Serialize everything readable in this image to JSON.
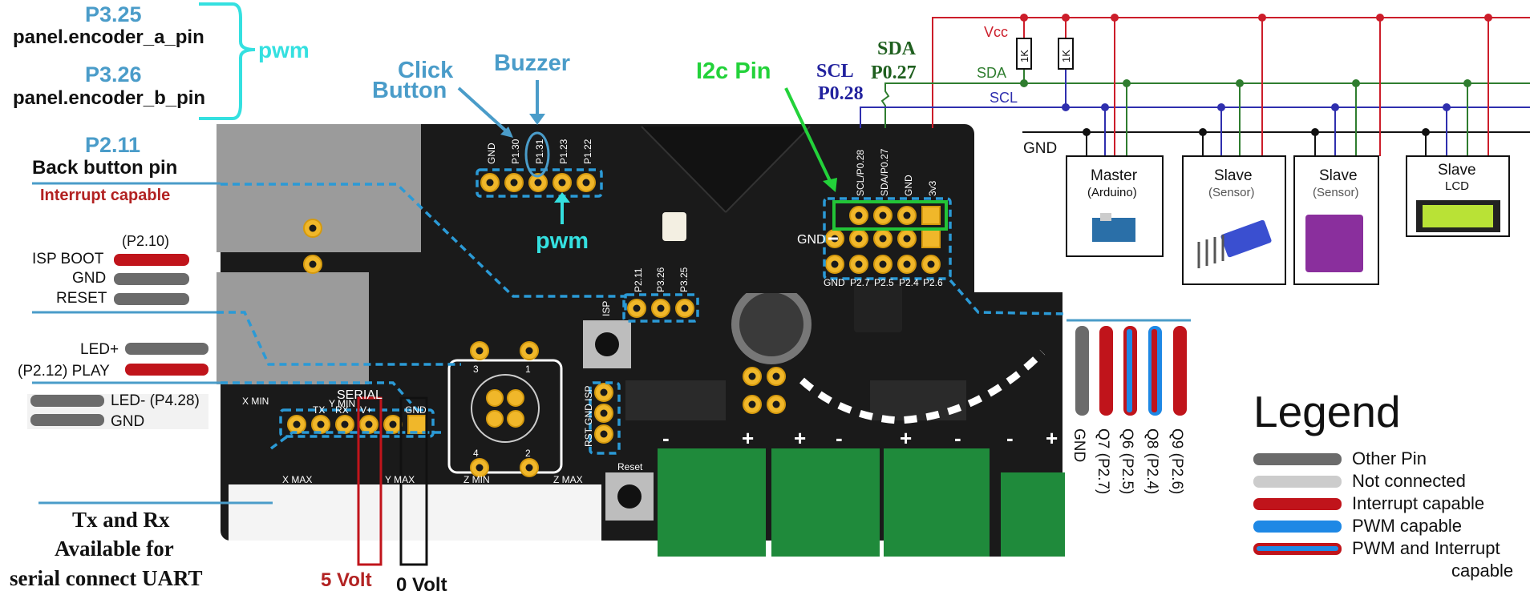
{
  "left_labels": {
    "p325": "P3.25",
    "encoder_a": "panel.encoder_a_pin",
    "p326": "P3.26",
    "encoder_b": "panel.encoder_b_pin",
    "pwm_top": "pwm",
    "p211": "P2.11",
    "back_button": "Back button pin",
    "interrupt_capable": "Interrupt capable",
    "p210": "(P2.10)",
    "isp_boot": "ISP BOOT",
    "gnd1": "GND",
    "reset": "RESET",
    "led_plus": "LED+",
    "play": "(P2.12) PLAY",
    "led_minus": "LED- (P4.28)",
    "gnd2": "GND",
    "txrx_1": "Tx and Rx",
    "txrx_2": "Available for",
    "txrx_3": "serial connect UART",
    "five_volt": "5 Volt",
    "zero_volt": "0 Volt"
  },
  "top_labels": {
    "click_1": "Click",
    "click_2": "Button",
    "buzzer": "Buzzer",
    "pwm_header": "pwm",
    "i2c_pin": "I2c Pin",
    "sda_1": "SDA",
    "sda_2": "P0.27",
    "scl_1": "SCL",
    "scl_2": "P0.28"
  },
  "board": {
    "header_top": [
      "GND",
      "P1.30",
      "P1.31",
      "P1.23",
      "P1.22"
    ],
    "header_mid": [
      "P2.11",
      "P3.26",
      "P3.25"
    ],
    "i2c_header": [
      "SCL/P0.28",
      "SDA/P0.27",
      "GND",
      "3v3"
    ],
    "gnd_row": "GND",
    "bottom_row": [
      "GND",
      "P2.7",
      "P2.5",
      "P2.4",
      "P2.6"
    ],
    "isp": "ISP",
    "isp_side": "RST GND ISP",
    "serial": "SERIAL",
    "serial_pins": [
      "TX",
      "RX",
      "V+",
      "GND"
    ],
    "x_min": "X MIN",
    "x_max": "X MAX",
    "y_min": "Y MIN",
    "y_max": "Y MAX",
    "z_min": "Z MIN",
    "z_max": "Z MAX",
    "reset_btn": "Reset",
    "enc_1": "1",
    "enc_2": "2",
    "enc_3": "3",
    "enc_4": "4",
    "plus": "+",
    "minus": "-"
  },
  "outputs": [
    "GND",
    "Q7 (P2.7)",
    "Q6 (P2.5)",
    "Q8 (P2.4)",
    "Q9 (P2.6)"
  ],
  "i2c_diagram": {
    "vcc": "Vcc",
    "sda": "SDA",
    "scl": "SCL",
    "gnd": "GND",
    "r1": "1K",
    "r2": "1K",
    "master_title": "Master",
    "master_sub": "(Arduino)",
    "slave1_title": "Slave",
    "slave1_sub": "(Sensor)",
    "slave2_title": "Slave",
    "slave2_sub": "(Sensor)",
    "slave3_title": "Slave",
    "slave3_sub": "LCD"
  },
  "legend": {
    "title": "Legend",
    "items": [
      {
        "label": "Other Pin",
        "color": "#6b6b6b"
      },
      {
        "label": "Not connected",
        "color": "#cccccc"
      },
      {
        "label": "Interrupt capable",
        "color": "#c0141b"
      },
      {
        "label": "PWM capable",
        "color": "#1e88e5"
      },
      {
        "label": "PWM and Interrupt",
        "color": "#c0141b"
      }
    ],
    "item5_line2": "capable"
  },
  "colors": {
    "pcb": "#1a1a1a",
    "gold": "#f0b72a",
    "dashed": "#2b9ad6",
    "terminal": "#1f8a3b",
    "vcc_line": "#cc1d2a",
    "sda_line": "#2f7d2f",
    "scl_line": "#2f2fae"
  }
}
